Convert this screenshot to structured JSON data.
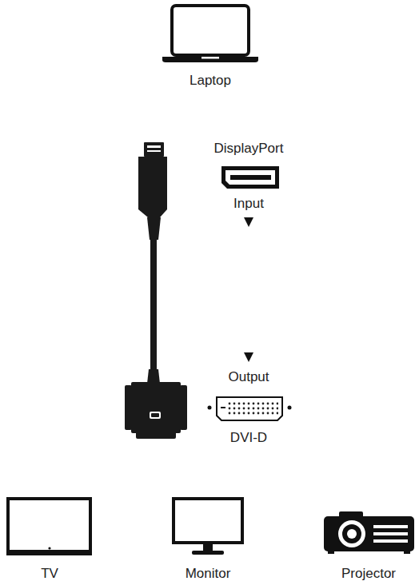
{
  "diagram": {
    "labels": [
      "Laptop",
      "DisplayPort",
      "Input",
      "Output",
      "DVI-D",
      "TV",
      "Monitor",
      "Projector"
    ]
  }
}
